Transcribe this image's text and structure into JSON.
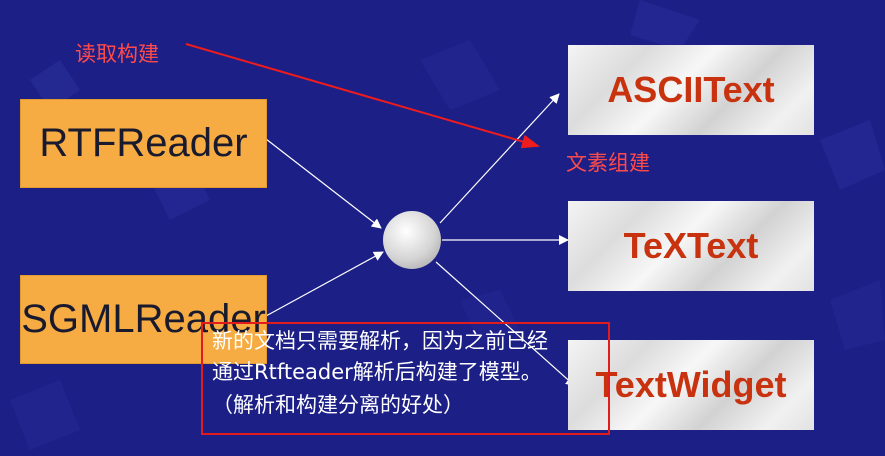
{
  "readers": [
    {
      "label": "RTFReader"
    },
    {
      "label": "SGMLReader"
    }
  ],
  "targets": [
    {
      "label": "ASCIIText"
    },
    {
      "label": "TeXText"
    },
    {
      "label": "TextWidget"
    }
  ],
  "annotations": {
    "read_build": "读取构建",
    "text_build": "文素组建"
  },
  "note": {
    "line1": "新的文档只需要解析，因为之前已经",
    "line2": "通过Rtfteader解析后构建了模型。",
    "line3": "（解析和构建分离的好处）"
  },
  "colors": {
    "background": "#1c1f86",
    "reader_fill": "#f6ac42",
    "target_text": "#c8320f",
    "annotation_red": "#ff4a4a",
    "note_border": "#e21c1c"
  }
}
